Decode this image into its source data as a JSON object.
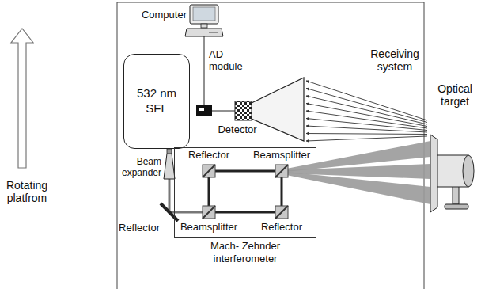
{
  "diagram": {
    "nodes": [
      {
        "text": [
          "532 nm SFL"
        ]
      },
      {
        "text": [
          "Mach- Zehnder interferometer"
        ]
      }
    ],
    "edges": [
      {
        "from": 0,
        "to": 1,
        "arrow": "none"
      }
    ],
    "labels": [
      "Computer",
      "AD module",
      "Receiving system",
      "Detector",
      "Optical target",
      "Beam expander",
      "Reflector",
      "Reflector",
      "Beamsplitter",
      "Beamsplitter",
      "Reflector",
      "Rotating platfrom"
    ]
  }
}
